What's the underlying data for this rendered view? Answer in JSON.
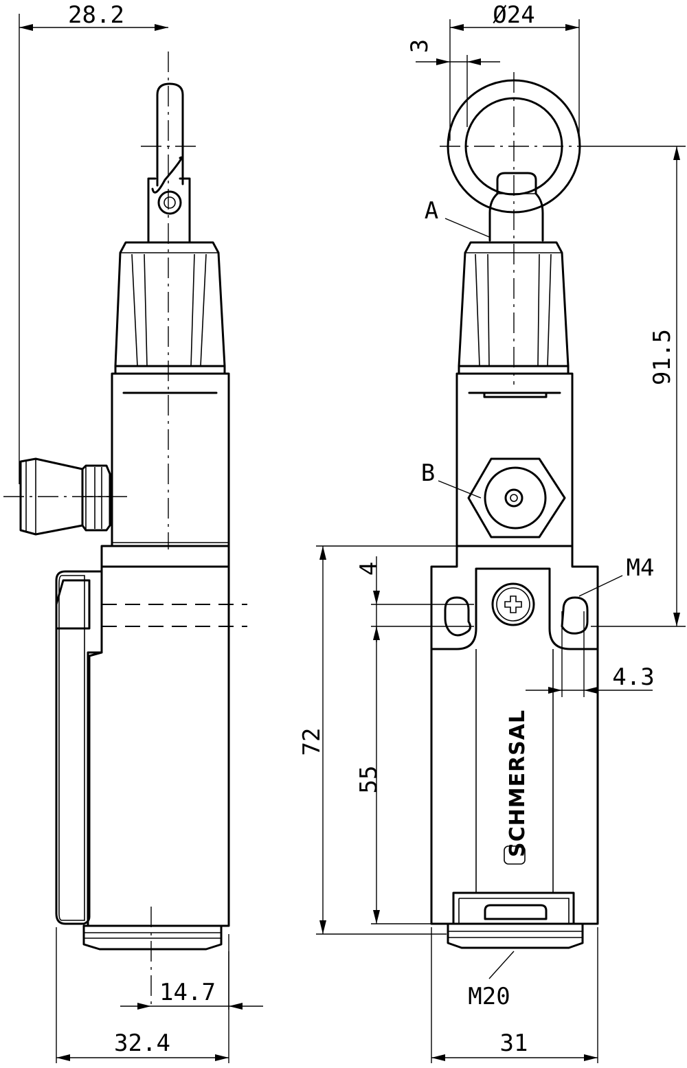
{
  "dimensions": {
    "d_28_2": "28.2",
    "d_dia_24": "Ø24",
    "d_3": "3",
    "d_91_5": "91.5",
    "d_4": "4",
    "d_72": "72",
    "d_55": "55",
    "d_4_3": "4.3",
    "d_14_7": "14.7",
    "d_32_4": "32.4",
    "d_31": "31"
  },
  "labels": {
    "a": "A",
    "b": "B",
    "m4": "M4",
    "m20": "M20"
  },
  "brand": "SCHMERSAL",
  "colors": {
    "line": "#000000",
    "background": "#ffffff"
  }
}
